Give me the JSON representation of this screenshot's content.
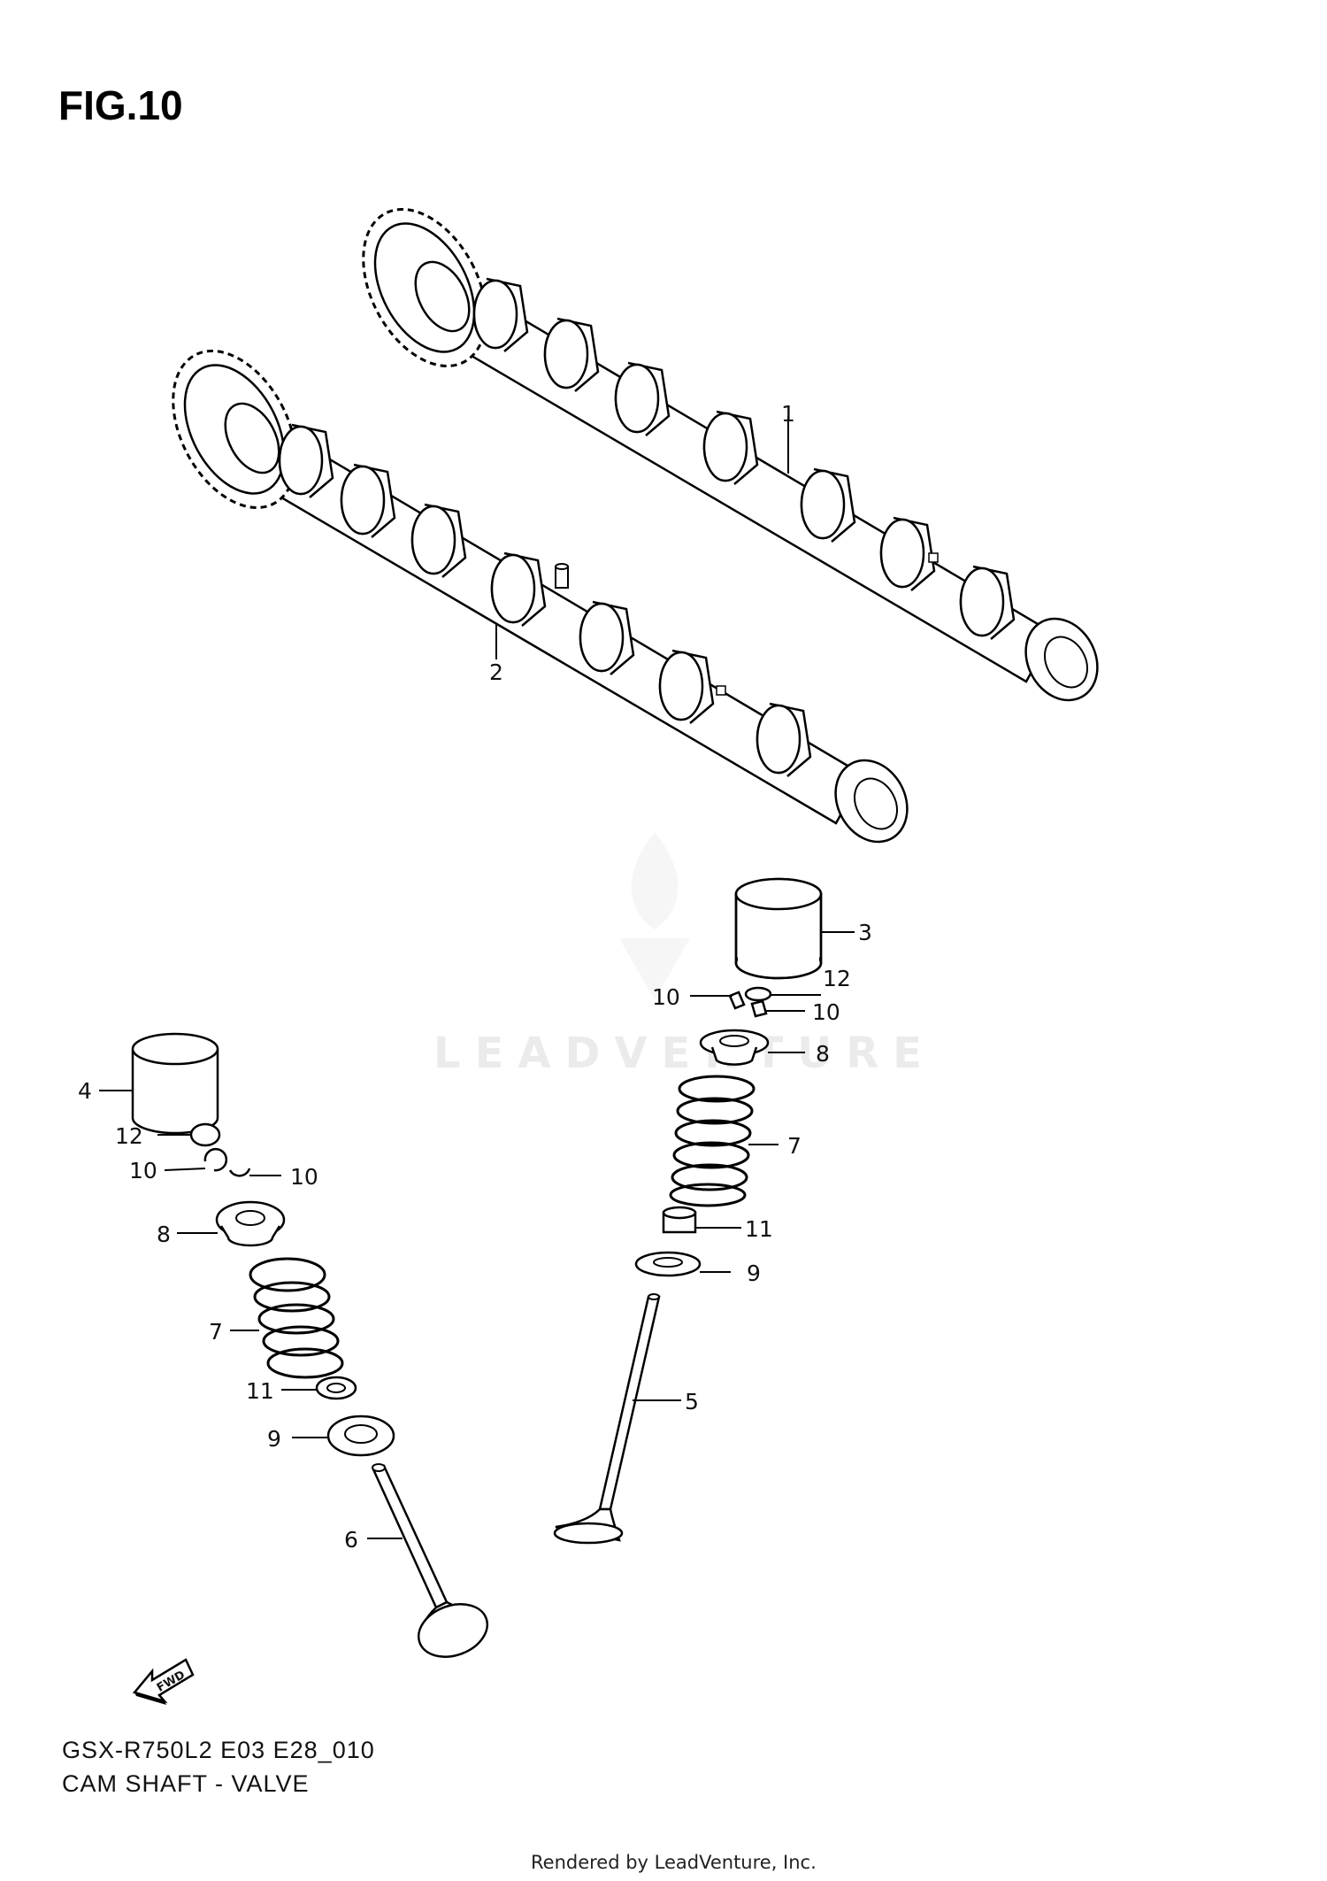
{
  "figure": {
    "title": "FIG.10",
    "model_code": "GSX-R750L2 E03 E28_010",
    "caption": "CAM SHAFT - VALVE"
  },
  "watermark": {
    "text": "LEADVENTURE"
  },
  "footer": {
    "rendered_by": "Rendered by LeadVenture, Inc."
  },
  "fwd_marker": {
    "label": "FWD"
  },
  "callouts": {
    "c1": "1",
    "c2": "2",
    "c3": "3",
    "c4": "4",
    "c5": "5",
    "c6": "6",
    "c7r": "7",
    "c7l": "7",
    "c8r": "8",
    "c8l": "8",
    "c9r": "9",
    "c9l": "9",
    "c10ra": "10",
    "c10rb": "10",
    "c10la": "10",
    "c10lb": "10",
    "c11r": "11",
    "c11l": "11",
    "c12r": "12",
    "c12l": "12"
  }
}
